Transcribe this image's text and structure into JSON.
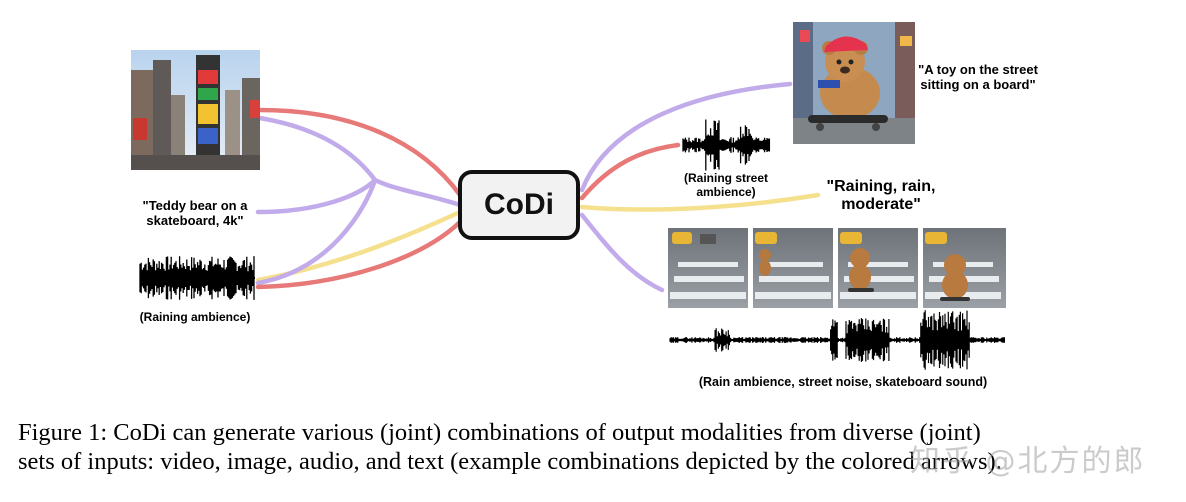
{
  "codi_label": "CoDi",
  "inputs": {
    "text_prompt": "\"Teddy bear on a skateboard, 4k\"",
    "audio_caption": "(Raining ambience)"
  },
  "outputs": {
    "image_text": "\"A toy on the street sitting on a board\"",
    "audio_caption": "(Raining street ambience)",
    "text_output": "\"Raining, rain, moderate\"",
    "joint_audio_caption": "(Rain ambience, street noise, skateboard sound)"
  },
  "arrow_colors": {
    "red": "#e77a78",
    "purple": "#c2abea",
    "yellow": "#f5e08e"
  },
  "caption": {
    "line1": "Figure 1: CoDi can generate various (joint) combinations of output modalities from diverse (joint)",
    "line2": "sets of inputs: video, image, audio, and text (example combinations depicted by the colored arrows)."
  },
  "watermark": "知乎 @北方的郎"
}
